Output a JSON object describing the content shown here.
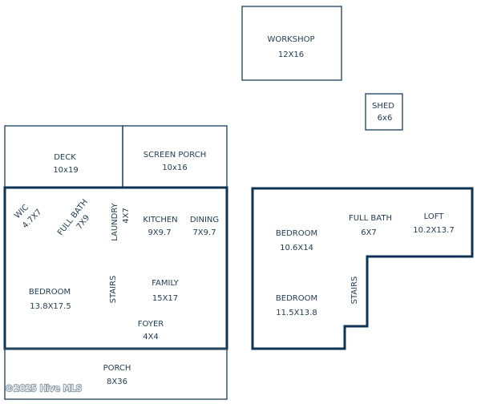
{
  "rooms": {
    "workshop": {
      "name": "WORKSHOP",
      "size": "12X16"
    },
    "shed": {
      "name": "SHED",
      "size": "6x6"
    },
    "deck": {
      "name": "DECK",
      "size": "10x19"
    },
    "screen_porch": {
      "name": "SCREEN PORCH",
      "size": "10x16"
    },
    "wic": {
      "name": "WIC",
      "size": "4.7X7"
    },
    "full_bath_main": {
      "name": "FULL BATH",
      "size": "7X9"
    },
    "laundry": {
      "name": "LAUNDRY",
      "size": "4X7"
    },
    "kitchen": {
      "name": "KITCHEN",
      "size": "9X9.7"
    },
    "dining": {
      "name": "DINING",
      "size": "7X9.7"
    },
    "bedroom_main": {
      "name": "BEDROOM",
      "size": "13.8X17.5"
    },
    "stairs_main": {
      "name": "STAIRS"
    },
    "family": {
      "name": "FAMILY",
      "size": "15X17"
    },
    "foyer": {
      "name": "FOYER",
      "size": "4X4"
    },
    "porch": {
      "name": "PORCH",
      "size": "8X36"
    },
    "bedroom_upper_1": {
      "name": "BEDROOM",
      "size": "10.6X14"
    },
    "full_bath_upper": {
      "name": "FULL BATH",
      "size": "6X7"
    },
    "loft": {
      "name": "LOFT",
      "size": "10.2X13.7"
    },
    "bedroom_upper_2": {
      "name": "BEDROOM",
      "size": "11.5X13.8"
    },
    "stairs_upper": {
      "name": "STAIRS"
    }
  },
  "watermark": "©2025 Hive MLS",
  "colors": {
    "line": "#0f3352",
    "text": "#1f3a52"
  }
}
